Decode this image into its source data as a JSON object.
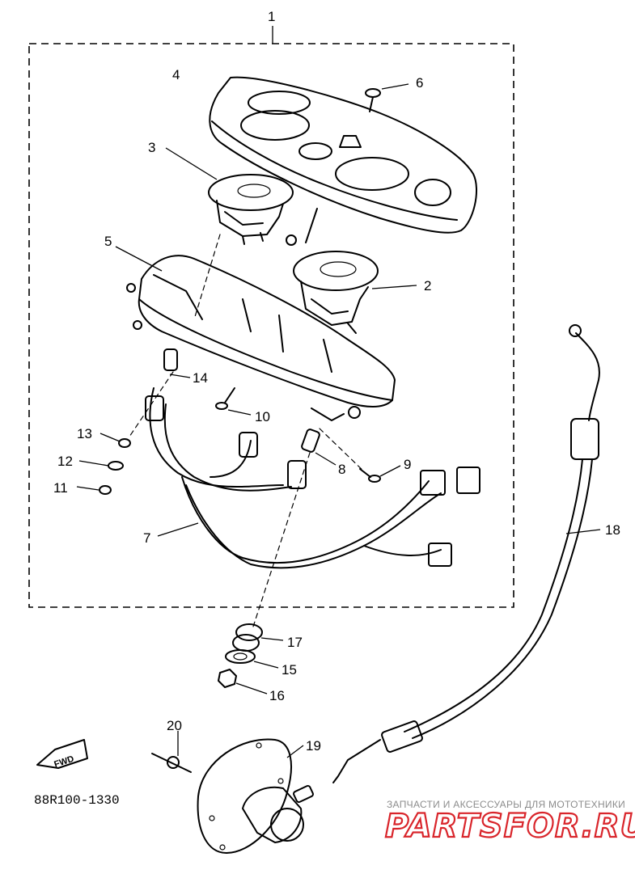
{
  "callouts": [
    {
      "id": "1",
      "text": "1"
    },
    {
      "id": "2",
      "text": "2"
    },
    {
      "id": "3",
      "text": "3"
    },
    {
      "id": "4",
      "text": "4"
    },
    {
      "id": "5",
      "text": "5"
    },
    {
      "id": "6",
      "text": "6"
    },
    {
      "id": "7",
      "text": "7"
    },
    {
      "id": "8",
      "text": "8"
    },
    {
      "id": "9",
      "text": "9"
    },
    {
      "id": "10",
      "text": "10"
    },
    {
      "id": "11",
      "text": "11"
    },
    {
      "id": "12",
      "text": "12"
    },
    {
      "id": "13",
      "text": "13"
    },
    {
      "id": "14",
      "text": "14"
    },
    {
      "id": "15",
      "text": "15"
    },
    {
      "id": "16",
      "text": "16"
    },
    {
      "id": "17",
      "text": "17"
    },
    {
      "id": "18",
      "text": "18"
    },
    {
      "id": "19",
      "text": "19"
    },
    {
      "id": "20",
      "text": "20"
    }
  ],
  "fwd_arrow": {
    "label": "FWD"
  },
  "diagram_code": "88R100-1330",
  "watermark": {
    "tagline": "ЗАПЧАСТИ И АКСЕССУАРЫ ДЛЯ МОТОТЕХНИКИ",
    "brand": "PARTSFOR.RU",
    "color": "#d9252b"
  }
}
